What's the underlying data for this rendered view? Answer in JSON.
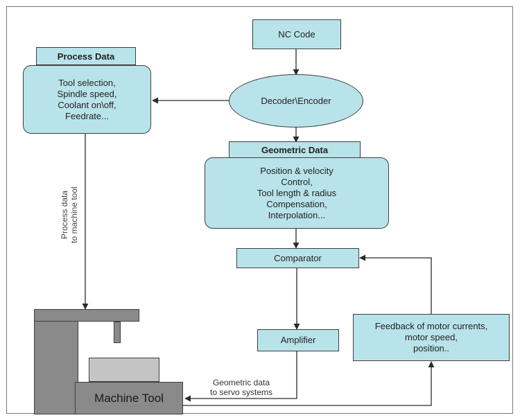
{
  "nodes": {
    "nc_code": "NC Code",
    "decoder": "Decoder\\Encoder",
    "process_data_title": "Process Data",
    "process_data_body": "Tool selection,\nSpindle speed,\nCoolant on\\off,\nFeedrate...",
    "geometric_data_title": "Geometric Data",
    "geometric_data_body": "Position & velocity\nControl,\nTool length & radius\nCompensation,\nInterpolation...",
    "comparator": "Comparator",
    "amplifier": "Amplifier",
    "feedback": "Feedback of motor currents,\nmotor speed,\nposition..",
    "machine_tool": "Machine Tool"
  },
  "labels": {
    "process_to_machine": "Process data\nto machine tool",
    "geometric_to_servo": "Geometric data\nto servo systems"
  },
  "colors": {
    "box_fill": "#b9e3ea",
    "box_border": "#3d3d3d",
    "machine_dark": "#8a8a8a",
    "machine_light": "#c4c4c4",
    "arrow": "#2a2a2a"
  }
}
